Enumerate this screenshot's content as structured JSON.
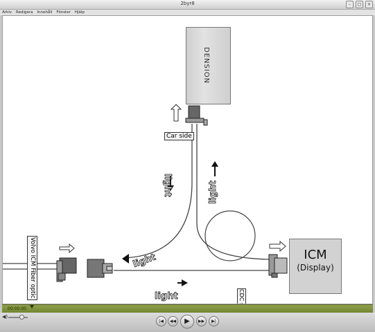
{
  "window": {
    "title": "2byr8",
    "buttons": [
      "–",
      "□",
      "×"
    ]
  },
  "menu": [
    "Arkiv",
    "Redigera",
    "Innehåll",
    "Fönster",
    "Hjälp"
  ],
  "diagram": {
    "car_side_label": "Car side",
    "cdc_side_label": "CDC side",
    "volvo_label": "Volvo ICM Fiber optic",
    "light_label": "light",
    "icm_title": "ICM",
    "icm_subtitle": "(Display)",
    "cdc_brand": "DENSION"
  },
  "player": {
    "timecode": "00:00:00",
    "progress": 0,
    "volume": 0.7,
    "icons": {
      "skip_back": "skip-to-start-icon",
      "rewind": "rewind-icon",
      "play": "play-icon",
      "fast_forward": "fast-forward-icon",
      "skip_forward": "skip-to-end-icon",
      "volume": "speaker-icon"
    }
  }
}
